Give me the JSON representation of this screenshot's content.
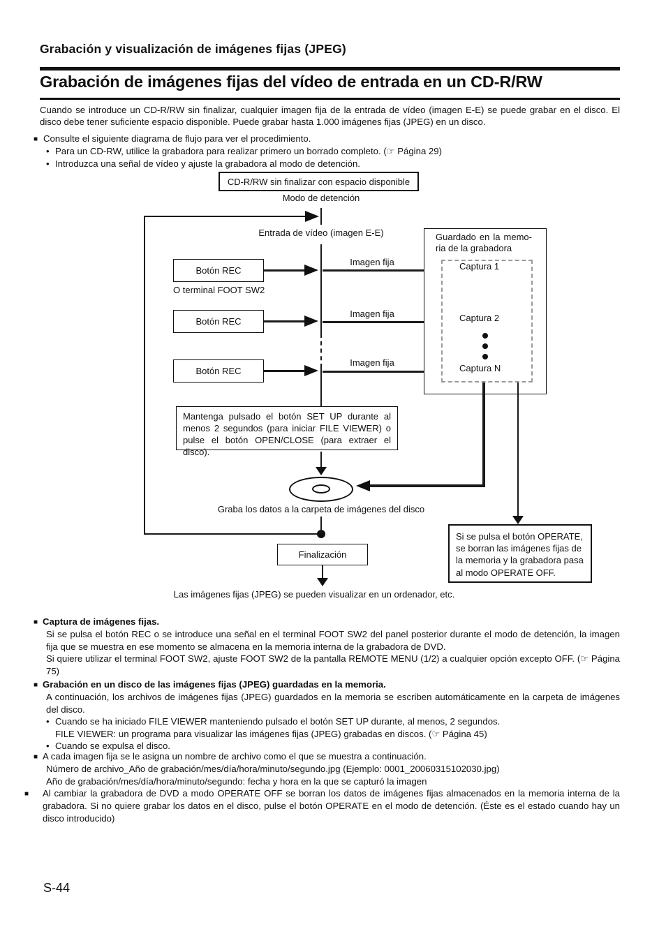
{
  "header": {
    "section_title": "Grabación y visualización de imágenes fijas (JPEG)",
    "page_title": "Grabación de imágenes fijas del vídeo de entrada en un CD-R/RW"
  },
  "intro": {
    "paragraph": "Cuando se introduce un CD-R/RW sin finalizar, cualquier imagen fija de la entrada de vídeo (imagen E-E) se puede grabar en el disco. El disco debe tener suficiente espacio disponible. Puede grabar hasta 1.000 imágenes fijas (JPEG) en un disco.",
    "note": "Consulte el siguiente diagrama de flujo para ver el procedimiento.",
    "bullets": [
      "Para un CD-RW, utilice la grabadora para realizar primero un borrado completo. (☞ Página 29)",
      "Introduzca una señal de vídeo y ajuste la grabadora al modo de detención."
    ]
  },
  "flowchart": {
    "start_box": "CD-R/RW sin finalizar con espacio disponible",
    "mode_label": "Modo de detención",
    "video_input_label": "Entrada de vídeo (imagen E-E)",
    "rec_buttons": [
      "Botón REC",
      "Botón REC",
      "Botón REC"
    ],
    "foot_sw2_label": "O terminal FOOT SW2",
    "still_image_labels": [
      "Imagen fija",
      "Imagen fija",
      "Imagen fija"
    ],
    "memory_box": {
      "title_line1": "Guardado en la memo-",
      "title_line2": "ria de la grabadora",
      "captures": [
        "Captura 1",
        "Captura 2",
        "Captura N"
      ]
    },
    "setup_box": "Mantenga pulsado el botón SET UP durante al menos 2 segundos (para iniciar FILE VIEWER) o pulse el botón OPEN/CLOSE (para extraer el disco).",
    "disc_caption": "Graba los datos a la carpeta de imágenes del disco",
    "finalize_box": "Finalización",
    "operate_box": "Si se pulsa el botón OPERATE, se borran las imágenes fijas de la memoria y la grabadora pasa al modo OPERATE OFF.",
    "end_caption": "Las imágenes fijas (JPEG) se pueden visualizar en un ordenador, etc."
  },
  "sections": [
    {
      "heading": "Captura de imágenes fijas.",
      "body": [
        "Si se pulsa el botón REC o se introduce una señal en el terminal FOOT SW2 del panel posterior durante el modo de detención, la imagen fija que se muestra en ese momento se almacena en la memoria interna de la grabadora de DVD.",
        "Si quiere utilizar el terminal FOOT SW2, ajuste FOOT SW2 de la pantalla REMOTE MENU (1/2) a cualquier opción excepto OFF. (☞ Página 75)"
      ]
    },
    {
      "heading": "Grabación en un disco de las imágenes fijas (JPEG) guardadas en la memoria.",
      "body": [
        "A continuación, los archivos de imágenes fijas (JPEG) guardados en la memoria se escriben automáticamente en la carpeta de imágenes del disco."
      ],
      "bullets": [
        {
          "line1": "Cuando se ha iniciado FILE VIEWER manteniendo pulsado el botón SET UP durante, al menos, 2 segundos.",
          "line2": "FILE VIEWER: un programa para visualizar las imágenes fijas (JPEG) grabadas en discos. (☞ Página 45)"
        },
        {
          "line1": "Cuando se expulsa el disco.",
          "line2": ""
        }
      ]
    },
    {
      "heading": "",
      "body": [
        "A cada imagen fija se le asigna un nombre de archivo como el que se muestra a continuación.",
        "Número de archivo_Año de grabación/mes/día/hora/minuto/segundo.jpg (Ejemplo: 0001_20060315102030.jpg)",
        "Año de grabación/mes/día/hora/minuto/segundo: fecha y hora en la que se capturó la imagen"
      ]
    },
    {
      "heading": "",
      "body": [
        "Al cambiar la grabadora de DVD a modo OPERATE OFF se borran los datos de imágenes fijas almacenados en la memoria interna de la grabadora. Si no quiere grabar los datos en el disco, pulse el botón OPERATE en el modo de detención. (Éste es el estado cuando hay un disco introducido)"
      ]
    }
  ],
  "footer": {
    "page_number": "S-44"
  }
}
